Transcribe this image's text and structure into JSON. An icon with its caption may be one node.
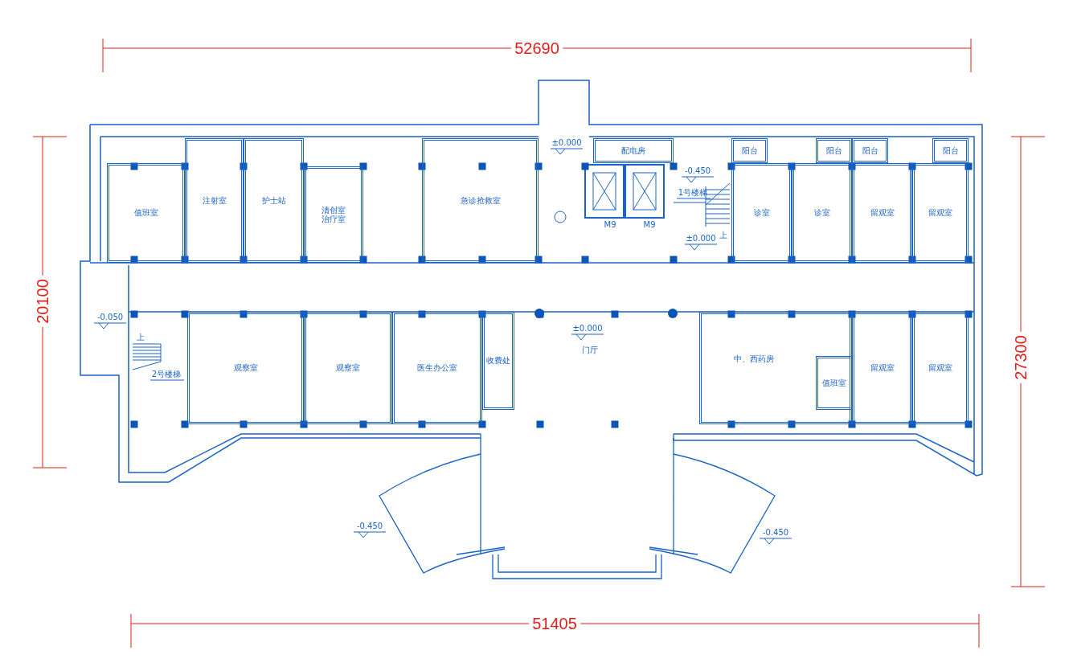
{
  "diagram": {
    "nodes": [
      {
        "text": [
          "值班室"
        ]
      },
      {
        "text": [
          "注射室"
        ]
      },
      {
        "text": [
          "护士站"
        ]
      },
      {
        "text": [
          "清创室",
          "治疗室"
        ]
      },
      {
        "text": [
          "急诊抢救室"
        ]
      },
      {
        "text": [
          "配电房"
        ]
      },
      {
        "text": [
          "阳台"
        ]
      },
      {
        "text": [
          "阳台"
        ]
      },
      {
        "text": [
          "阳台"
        ]
      },
      {
        "text": [
          "阳台"
        ]
      },
      {
        "text": [
          "诊室"
        ]
      },
      {
        "text": [
          "诊室"
        ]
      },
      {
        "text": [
          "留观室"
        ]
      },
      {
        "text": [
          "留观室"
        ]
      },
      {
        "text": [
          "观察室"
        ]
      },
      {
        "text": [
          "观察室"
        ]
      },
      {
        "text": [
          "医生办公室"
        ]
      },
      {
        "text": [
          "收费处"
        ]
      },
      {
        "text": [
          "中、西药房"
        ]
      },
      {
        "text": [
          "值班室"
        ],
        "in": 18
      },
      {
        "text": [
          "留观室"
        ]
      },
      {
        "text": [
          "留观室"
        ]
      }
    ],
    "labels": [
      "52690",
      "±0.000",
      "-0.450",
      "1号楼梯",
      "M9",
      "M9",
      "±0.000",
      "上",
      "20100",
      "27300",
      "-0.050",
      "上",
      "2号楼梯",
      "±0.000",
      "门厅",
      "-0.450",
      "-0.450",
      "51405"
    ]
  }
}
